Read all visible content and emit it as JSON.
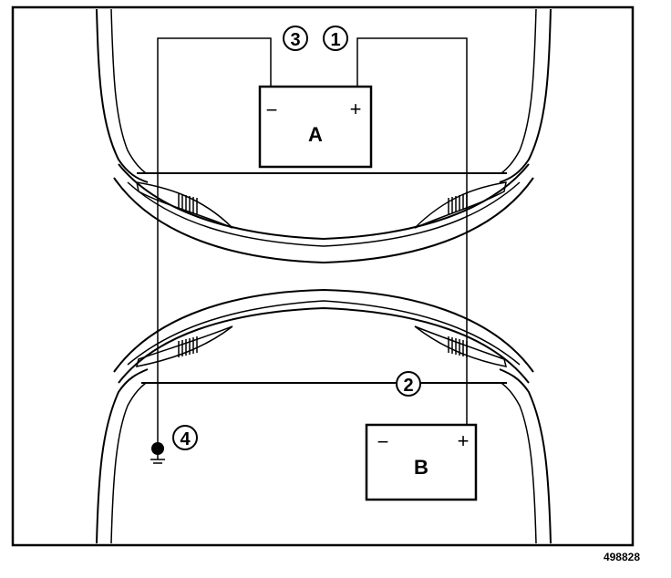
{
  "diagram": {
    "batteries": [
      {
        "id": "A",
        "label": "A",
        "negative": "−",
        "positive": "+"
      },
      {
        "id": "B",
        "label": "B",
        "negative": "−",
        "positive": "+"
      }
    ],
    "callouts": [
      "1",
      "2",
      "3",
      "4"
    ],
    "reference_code": "498828"
  }
}
